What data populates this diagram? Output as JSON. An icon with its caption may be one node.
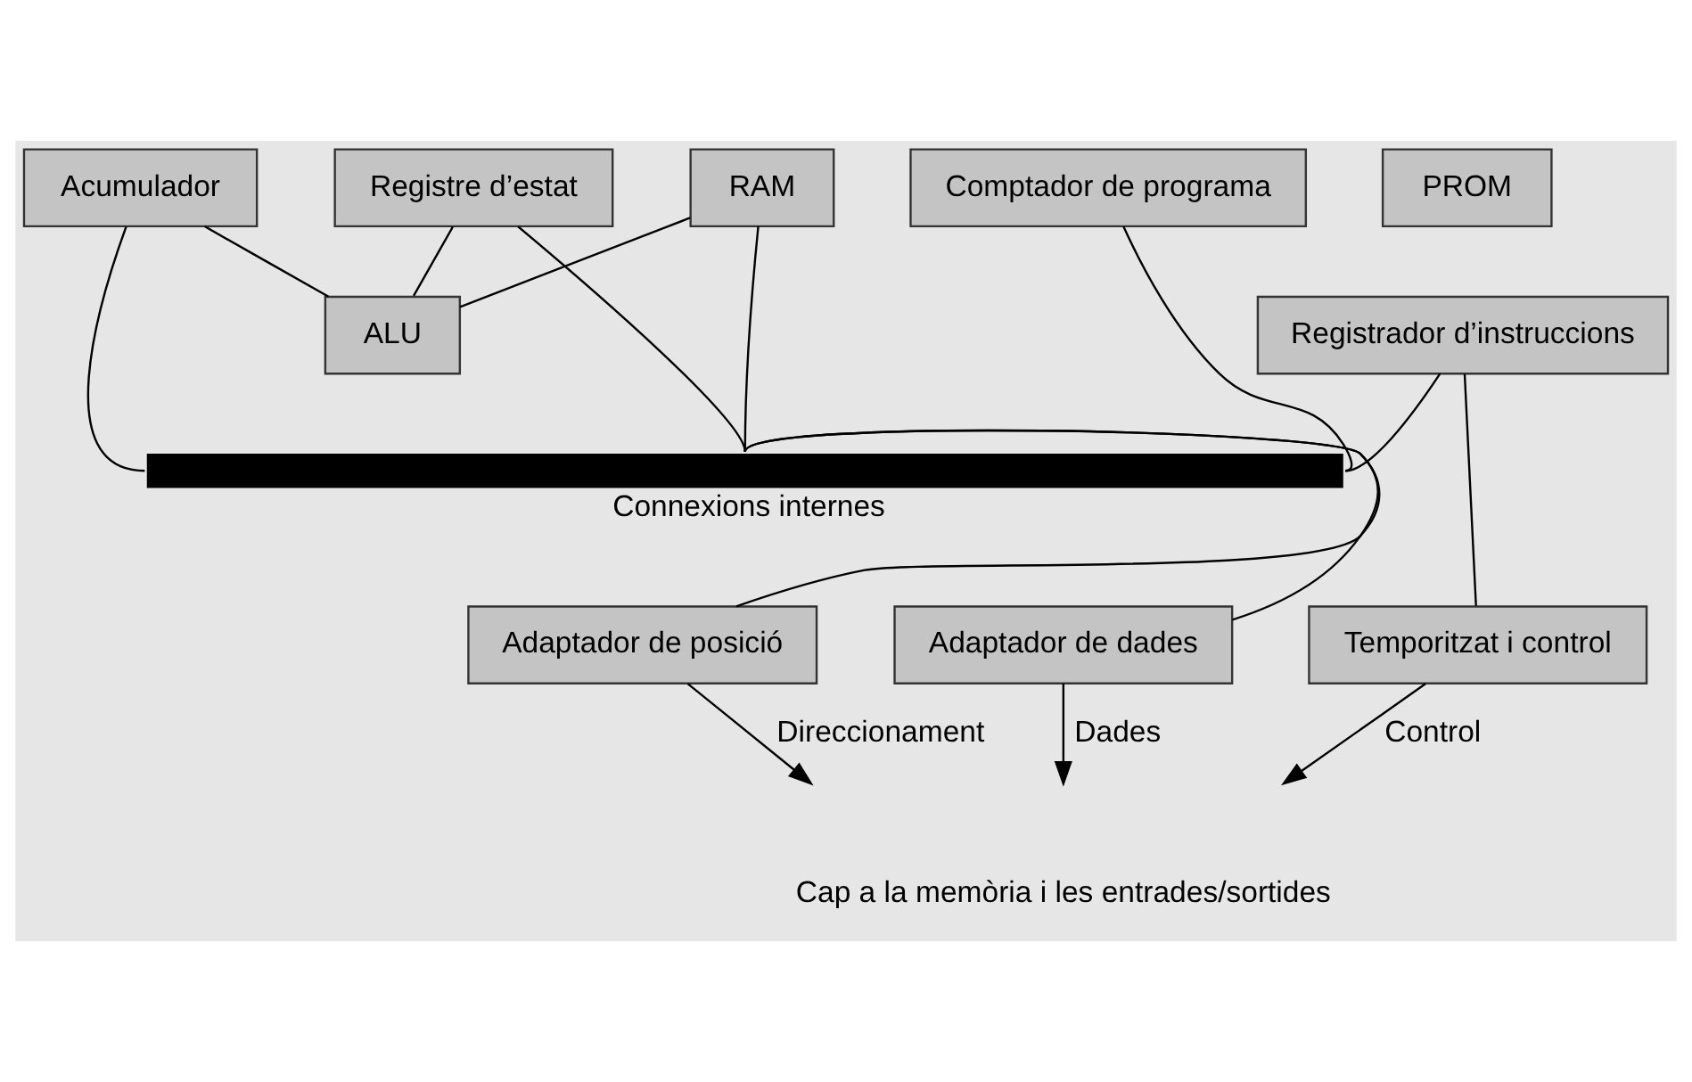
{
  "diagram": {
    "nodes": [
      {
        "text": [
          "Registre d’estat"
        ]
      },
      {
        "text": [
          "RAM"
        ]
      },
      {
        "text": [
          "PROM"
        ]
      },
      {
        "text": [
          "Acumulador"
        ]
      },
      {
        "text": [
          "Comptador de programa"
        ]
      },
      {
        "text": [
          "ALU"
        ]
      },
      {
        "text": [
          "Registrador d’instruccions"
        ]
      },
      {
        "text": [],
        "shape": "bar",
        "beside": [
          "Connexions internes"
        ]
      },
      {
        "text": [
          "Adaptador de dades"
        ]
      },
      {
        "text": [
          "Adaptador de posició"
        ]
      },
      {
        "text": [
          "Temporitzat i control"
        ]
      }
    ],
    "edges": [
      {
        "from": 0,
        "to": 7,
        "arrow": "none"
      },
      {
        "from": 0,
        "to": 5,
        "arrow": "none"
      },
      {
        "from": 3,
        "to": 7,
        "arrow": "none"
      },
      {
        "from": 3,
        "to": 5,
        "arrow": "none"
      },
      {
        "from": 1,
        "to": 5,
        "arrow": "none"
      },
      {
        "from": 1,
        "to": 7,
        "arrow": "none"
      },
      {
        "from": 4,
        "to": 7,
        "arrow": "none"
      },
      {
        "from": 6,
        "to": 7,
        "arrow": "none"
      },
      {
        "from": 7,
        "to": 8,
        "arrow": "none"
      },
      {
        "from": 7,
        "to": 9,
        "arrow": "none"
      },
      {
        "from": 6,
        "to": 10,
        "arrow": "none"
      },
      {
        "from": 8,
        "to": null,
        "arrow": "to",
        "label": "Dades"
      },
      {
        "from": 9,
        "to": null,
        "arrow": "to",
        "label": "Direccionament"
      },
      {
        "from": 10,
        "to": null,
        "arrow": "to",
        "label": "Control"
      }
    ],
    "labels": [
      "Cap a la memòria i les entrades/sortides"
    ]
  }
}
